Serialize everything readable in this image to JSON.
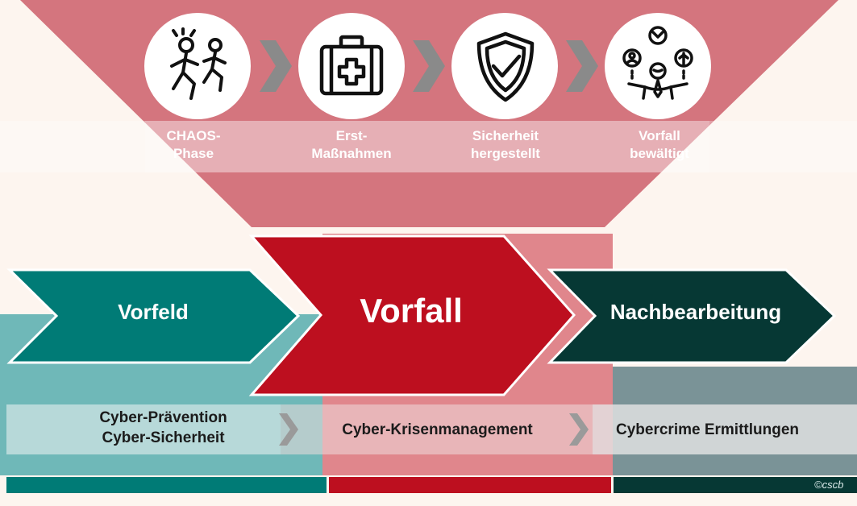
{
  "phases": [
    {
      "label": "CHAOS-\nPhase",
      "icon": "people-running-icon"
    },
    {
      "label": "Erst-\nMaßnahmen",
      "icon": "first-aid-kit-icon"
    },
    {
      "label": "Sicherheit\nhergestellt",
      "icon": "shield-check-icon"
    },
    {
      "label": "Vorfall\nbewältigt",
      "icon": "person-juggling-icon"
    }
  ],
  "stages": {
    "vorfeld": "Vorfeld",
    "vorfall": "Vorfall",
    "nachbearbeitung": "Nachbearbeitung"
  },
  "management": {
    "praevention": "Cyber-Prävention\nCyber-Sicherheit",
    "krisen": "Cyber-Krisenmanagement",
    "ermittlungen": "Cybercrime Ermittlungen"
  },
  "copyright": "©cscb",
  "colors": {
    "teal": "#007b76",
    "red": "#bd0f1f",
    "dark_green": "#063834",
    "funnel": "#d4757e",
    "chevron_grey": "#8a8a8a"
  }
}
